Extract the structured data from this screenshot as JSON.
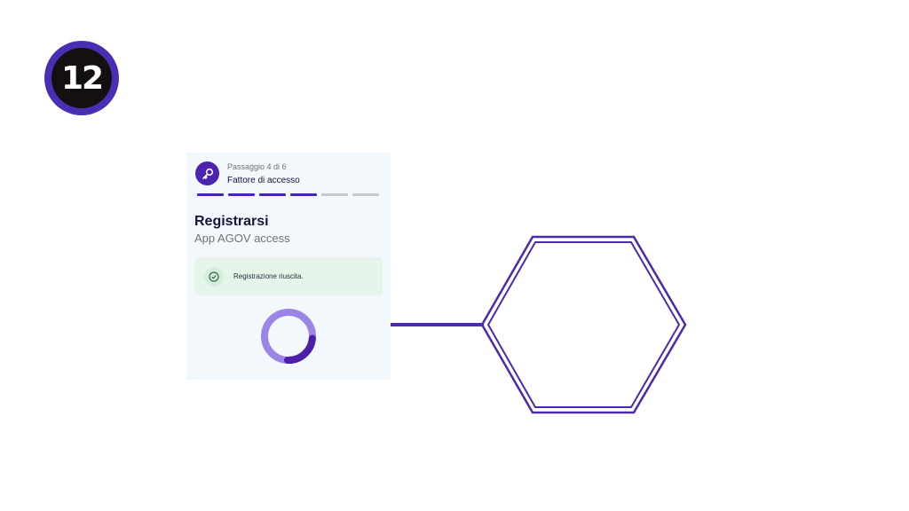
{
  "badge": {
    "number": "12"
  },
  "card": {
    "step_label": "Passaggio 4 di 6",
    "step_title": "Fattore di accesso",
    "step_icon": "key-icon",
    "progress": {
      "current": 4,
      "total": 6
    },
    "title": "Registrarsi",
    "subtitle": "App AGOV access",
    "alert": {
      "icon": "check-circle-icon",
      "text": "Registrazione riuscita."
    },
    "spinner": "loading-spinner"
  },
  "colors": {
    "accent": "#4b23b0",
    "accent_light": "#9b85e6",
    "card_bg": "#f3f8fd",
    "success_bg": "#e5f5ea",
    "success": "#2f6b45"
  },
  "diagram": {
    "shape": "hexagon-outline",
    "connector": "horizontal-line"
  }
}
